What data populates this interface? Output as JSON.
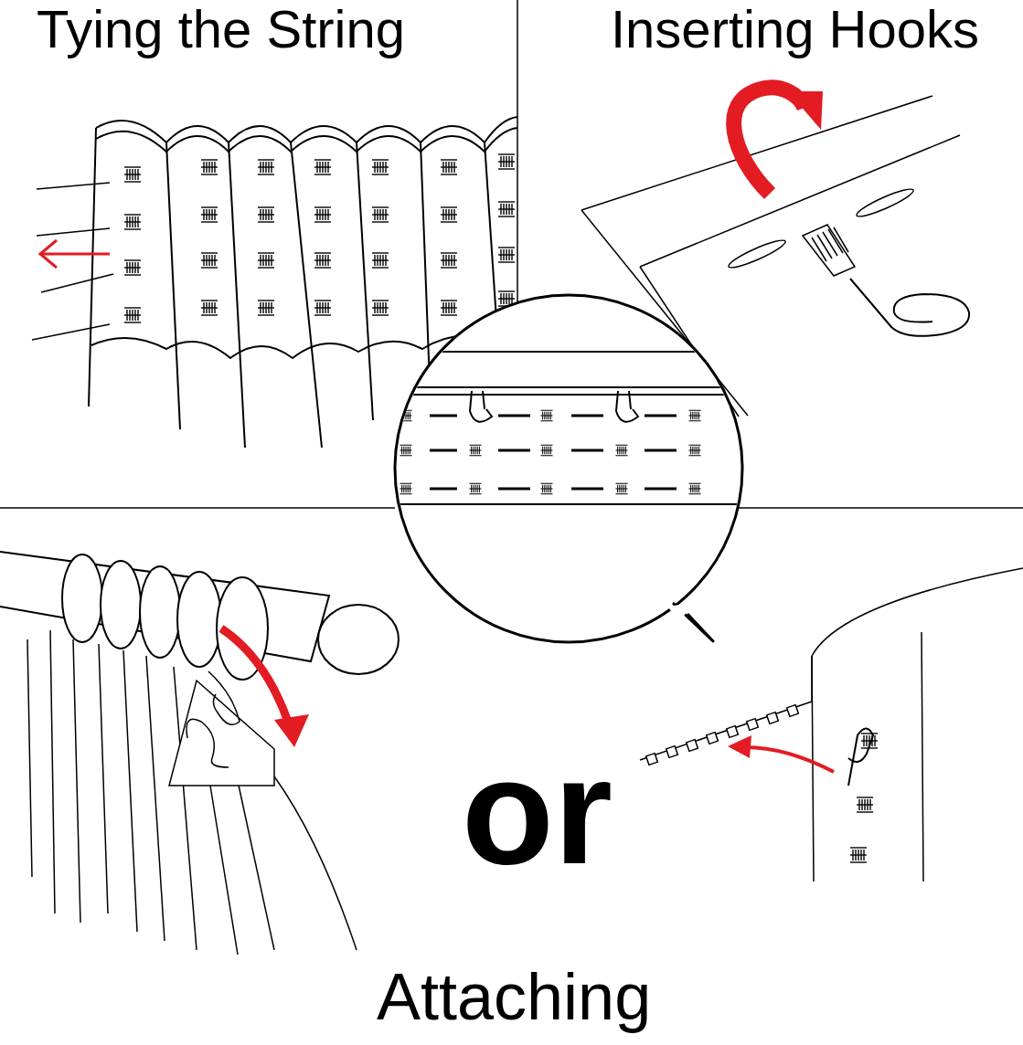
{
  "diagram": {
    "labels": [
      "Tying the String",
      "Inserting Hooks",
      "or",
      "Attaching"
    ]
  }
}
